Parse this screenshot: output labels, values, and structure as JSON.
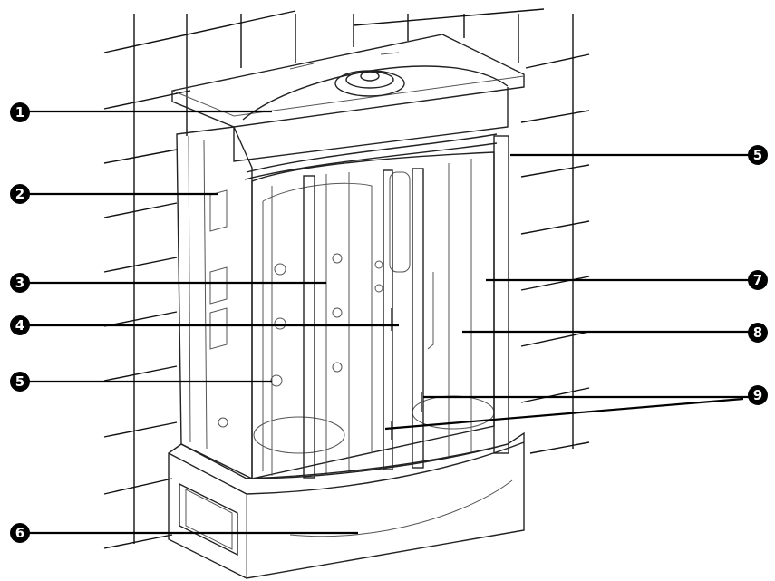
{
  "figure": {
    "callouts": [
      {
        "label": "1",
        "part": "ceiling-top"
      },
      {
        "label": "2",
        "part": "left-shelf"
      },
      {
        "label": "3",
        "part": "back-panel"
      },
      {
        "label": "4",
        "part": "center-column"
      },
      {
        "label": "5",
        "part": "massage-jet"
      },
      {
        "label": "5",
        "part": "frame-profile"
      },
      {
        "label": "6",
        "part": "tray-base"
      },
      {
        "label": "7",
        "part": "side-glass"
      },
      {
        "label": "8",
        "part": "sliding-door"
      },
      {
        "label": "9",
        "part": "door-handles"
      }
    ]
  }
}
